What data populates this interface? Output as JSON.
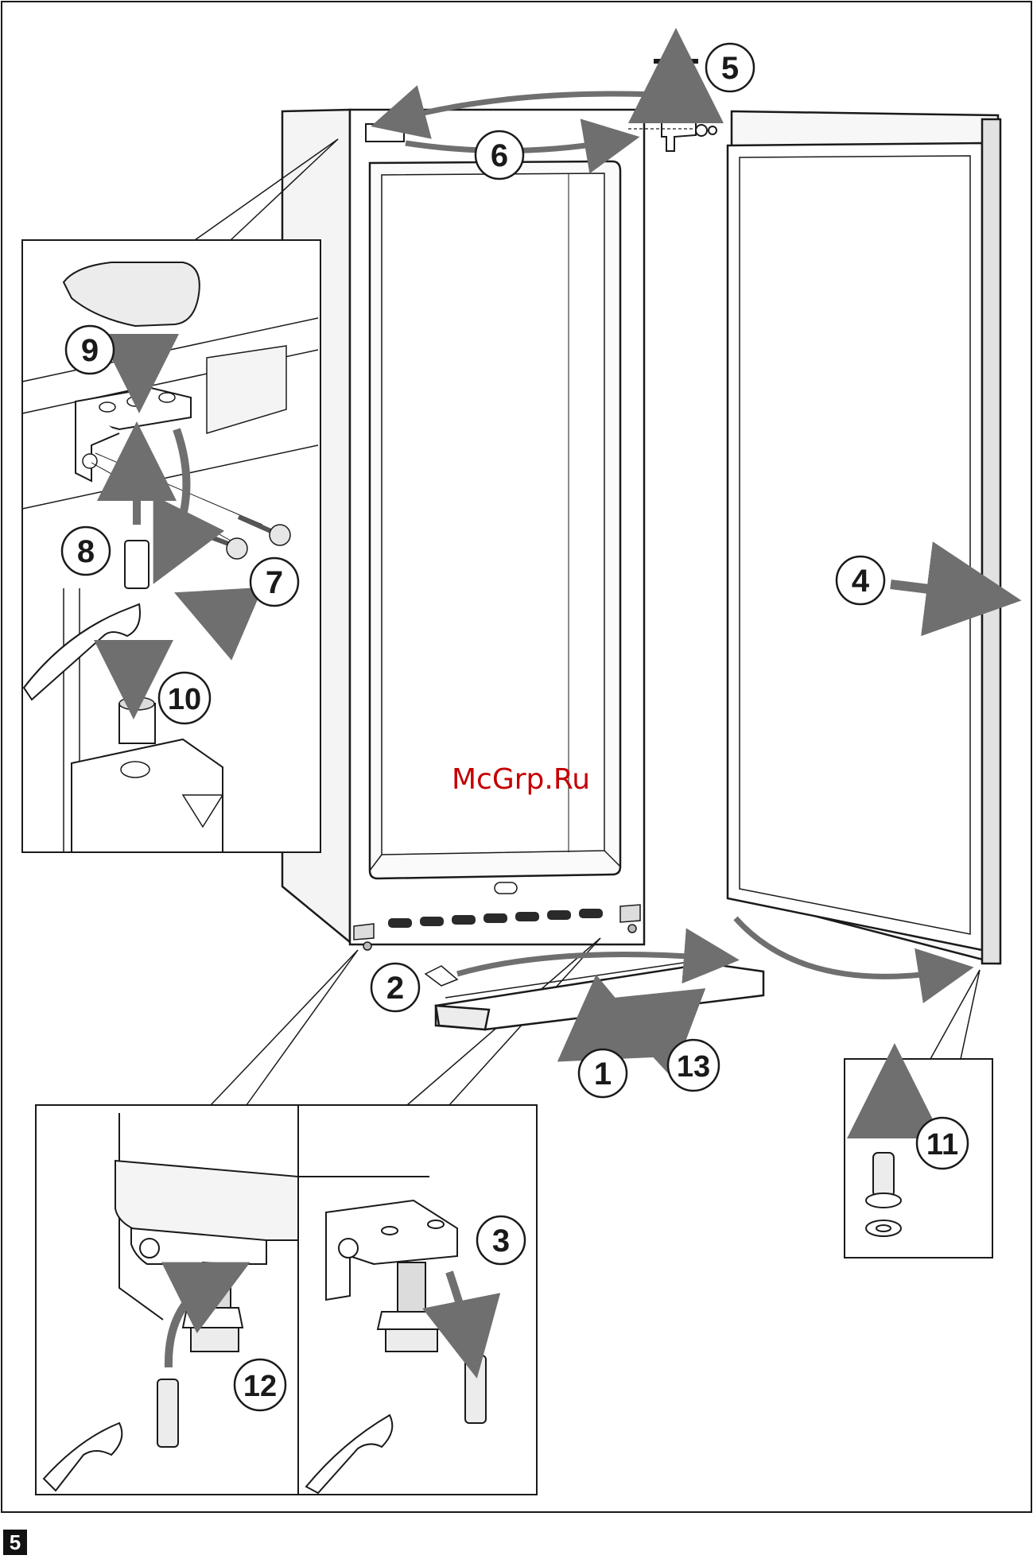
{
  "steps": {
    "s1": "1",
    "s2": "2",
    "s3": "3",
    "s4": "4",
    "s5": "5",
    "s6": "6",
    "s7": "7",
    "s8": "8",
    "s9": "9",
    "s10": "10",
    "s11": "11",
    "s12": "12",
    "s13": "13"
  },
  "watermark": "McGrp.Ru",
  "page_number": "5",
  "colors": {
    "line": "#1a1a1a",
    "arrow": "#6f6f6f",
    "fill_light": "#efefef",
    "fill_mid": "#cfcfcf",
    "watermark": "#c40000"
  }
}
